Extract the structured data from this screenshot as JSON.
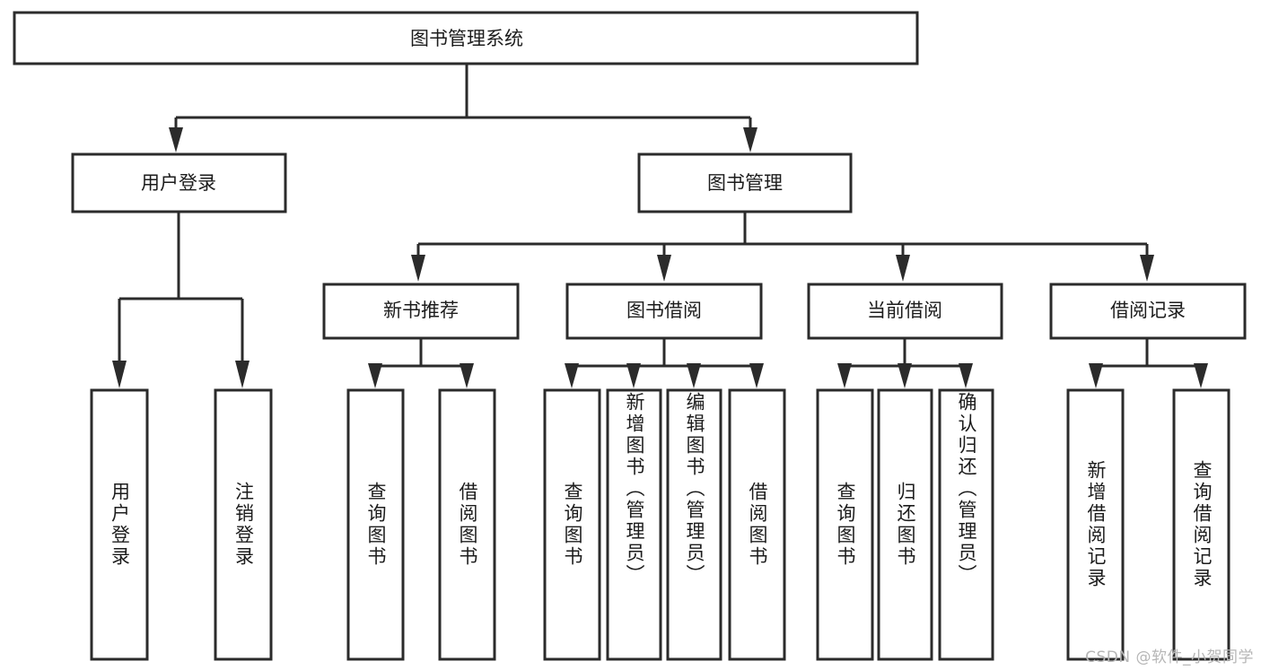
{
  "diagram": {
    "title": "图书管理系统",
    "type": "tree-hierarchy-diagram",
    "root": {
      "id": "root",
      "label": "图书管理系统",
      "orientation": "horizontal"
    },
    "level2": [
      {
        "id": "user-login",
        "label": "用户登录",
        "orientation": "horizontal"
      },
      {
        "id": "book-manage",
        "label": "图书管理",
        "orientation": "horizontal"
      }
    ],
    "level3": [
      {
        "id": "new-book-recommend",
        "label": "新书推荐",
        "orientation": "horizontal"
      },
      {
        "id": "book-borrow",
        "label": "图书借阅",
        "orientation": "horizontal"
      },
      {
        "id": "current-borrow",
        "label": "当前借阅",
        "orientation": "horizontal"
      },
      {
        "id": "borrow-record",
        "label": "借阅记录",
        "orientation": "horizontal"
      }
    ],
    "leaves": {
      "user-login": [
        {
          "id": "leaf-user-login",
          "label": "用户登录",
          "orientation": "vertical"
        },
        {
          "id": "leaf-logout-login",
          "label": "注销登录",
          "orientation": "vertical"
        }
      ],
      "new-book-recommend": [
        {
          "id": "leaf-query-book-1",
          "label": "查询图书",
          "orientation": "vertical"
        },
        {
          "id": "leaf-borrow-book-1",
          "label": "借阅图书",
          "orientation": "vertical"
        }
      ],
      "book-borrow": [
        {
          "id": "leaf-query-book-2",
          "label": "查询图书",
          "orientation": "vertical"
        },
        {
          "id": "leaf-add-book",
          "label": "新增图书（管理员）",
          "orientation": "vertical"
        },
        {
          "id": "leaf-edit-book",
          "label": "编辑图书（管理员）",
          "orientation": "vertical"
        },
        {
          "id": "leaf-borrow-book-2",
          "label": "借阅图书",
          "orientation": "vertical"
        }
      ],
      "current-borrow": [
        {
          "id": "leaf-query-book-3",
          "label": "查询图书",
          "orientation": "vertical"
        },
        {
          "id": "leaf-return-book",
          "label": "归还图书",
          "orientation": "vertical"
        },
        {
          "id": "leaf-confirm-return",
          "label": "确认归还（管理员）",
          "orientation": "vertical"
        }
      ],
      "borrow-record": [
        {
          "id": "leaf-add-record",
          "label": "新增借阅记录",
          "orientation": "vertical"
        },
        {
          "id": "leaf-query-record",
          "label": "查询借阅记录",
          "orientation": "vertical"
        }
      ]
    },
    "colors": {
      "stroke": "#2b2b2b",
      "fill": "#ffffff",
      "text": "#1c1c1c",
      "background": "#ffffff",
      "watermark": "#b6b6b6"
    }
  },
  "watermark": {
    "text": "CSDN @软件_小贺同学"
  }
}
